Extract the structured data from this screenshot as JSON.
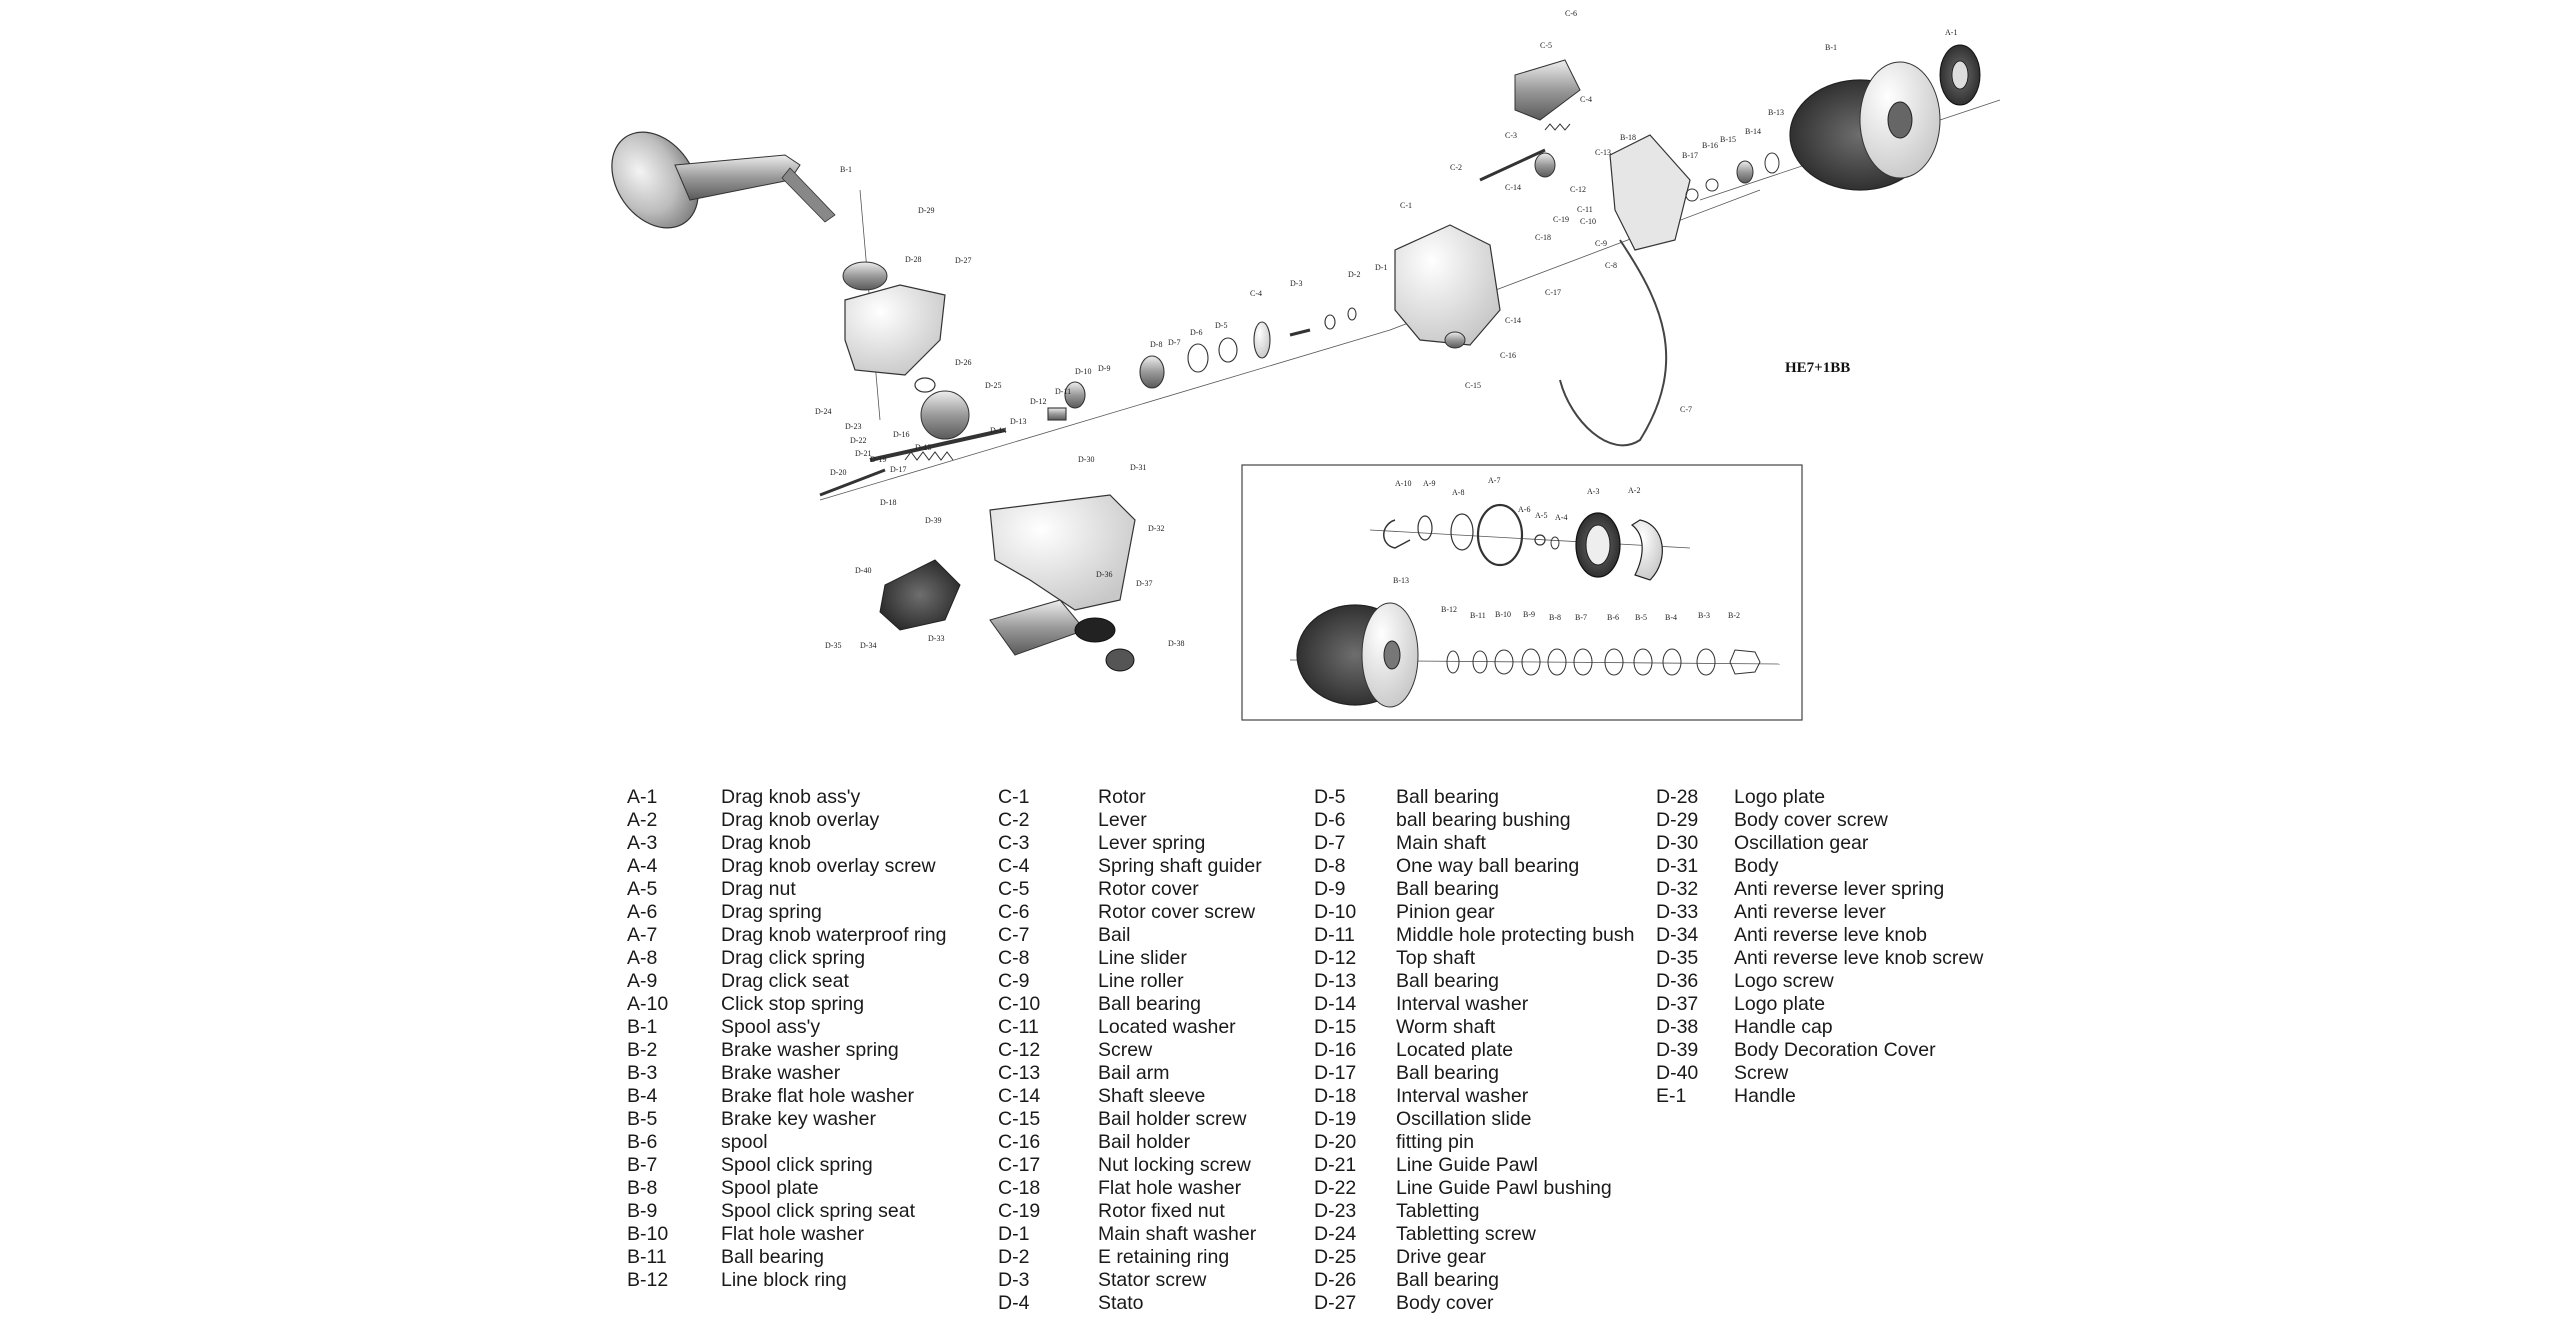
{
  "model_label": "HE7+1BB",
  "callouts": {
    "handle": "B-1",
    "b29": "D-29",
    "b28": "D-28",
    "b27": "D-27",
    "b26": "D-26",
    "b25": "D-25",
    "d24": "D-24",
    "d23": "D-23",
    "d22": "D-22",
    "d21": "D-21",
    "d20": "D-20",
    "d19": "D-19",
    "d18": "D-18",
    "d17": "D-17",
    "d16": "D-16",
    "d15": "D-15",
    "d14": "D-14",
    "d13": "D-13",
    "d12": "D-12",
    "d11": "D-11",
    "d10": "D-10",
    "d9": "D-9",
    "d8": "D-8",
    "d7": "D-7",
    "d6": "D-6",
    "d5": "D-5",
    "d4": "C-4",
    "d3": "D-3",
    "d2": "D-2",
    "d1": "D-1",
    "d31": "D-31",
    "d30": "D-30",
    "d32": "D-32",
    "d33": "D-33",
    "d34": "D-34",
    "d35": "D-35",
    "d36": "D-36",
    "d37": "D-37",
    "d38": "D-38",
    "d39": "D-39",
    "d40": "D-40",
    "c1": "C-1",
    "c2": "C-2",
    "c3": "C-3",
    "c4": "C-4",
    "c5": "C-5",
    "c6": "C-6",
    "c7": "C-7",
    "c8": "C-8",
    "c9": "C-9",
    "c10": "C-10",
    "c11": "C-11",
    "c12": "C-12",
    "c13": "C-13",
    "c14": "C-14",
    "c15": "C-15",
    "c16": "C-16",
    "c17": "C-17",
    "c18": "C-18",
    "c19": "C-19",
    "b1": "B-1",
    "b13": "B-13",
    "b14": "B-14",
    "b15": "B-15",
    "b16": "B-16",
    "b17": "B-17",
    "b18": "B-18",
    "a1": "A-1",
    "i_a10": "A-10",
    "i_a9": "A-9",
    "i_a8": "A-8",
    "i_a7": "A-7",
    "i_a6": "A-6",
    "i_a5": "A-5",
    "i_a4": "A-4",
    "i_a3": "A-3",
    "i_a2": "A-2",
    "i_b13": "B-13",
    "i_b12": "B-12",
    "i_b11": "B-11",
    "i_b10": "B-10",
    "i_b9": "B-9",
    "i_b8": "B-8",
    "i_b7": "B-7",
    "i_b6": "B-6",
    "i_b5": "B-5",
    "i_b4": "B-4",
    "i_b3": "B-3",
    "i_b2": "B-2"
  },
  "parts_columns": [
    [
      [
        "A-1",
        "Drag knob ass'y"
      ],
      [
        "A-2",
        "Drag knob overlay"
      ],
      [
        "A-3",
        "Drag knob"
      ],
      [
        "A-4",
        "Drag knob overlay screw"
      ],
      [
        "A-5",
        "Drag nut"
      ],
      [
        "A-6",
        "Drag spring"
      ],
      [
        "A-7",
        "Drag knob waterproof ring"
      ],
      [
        "A-8",
        "Drag click spring"
      ],
      [
        "A-9",
        "Drag click seat"
      ],
      [
        "A-10",
        "Click stop spring"
      ],
      [
        "B-1",
        "Spool ass'y"
      ],
      [
        "B-2",
        "Brake washer spring"
      ],
      [
        "B-3",
        "Brake washer"
      ],
      [
        "B-4",
        "Brake flat hole washer"
      ],
      [
        "B-5",
        "Brake key washer"
      ],
      [
        "B-6",
        "spool"
      ],
      [
        "B-7",
        "Spool click spring"
      ],
      [
        "B-8",
        "Spool plate"
      ],
      [
        "B-9",
        "Spool click spring seat"
      ],
      [
        "B-10",
        "Flat hole washer"
      ],
      [
        "B-11",
        "Ball bearing"
      ],
      [
        "B-12",
        "Line block ring"
      ]
    ],
    [
      [
        "C-1",
        "Rotor"
      ],
      [
        "C-2",
        "Lever"
      ],
      [
        "C-3",
        "Lever spring"
      ],
      [
        "C-4",
        "Spring shaft guider"
      ],
      [
        "C-5",
        "Rotor cover"
      ],
      [
        "C-6",
        "Rotor cover screw"
      ],
      [
        "C-7",
        "Bail"
      ],
      [
        "C-8",
        "Line slider"
      ],
      [
        "C-9",
        "Line roller"
      ],
      [
        "C-10",
        "Ball bearing"
      ],
      [
        "C-11",
        "Located washer"
      ],
      [
        "C-12",
        "Screw"
      ],
      [
        "C-13",
        "Bail arm"
      ],
      [
        "C-14",
        "Shaft sleeve"
      ],
      [
        "C-15",
        "Bail holder screw"
      ],
      [
        "C-16",
        "Bail holder"
      ],
      [
        "C-17",
        "Nut locking screw"
      ],
      [
        "C-18",
        "Flat hole washer"
      ],
      [
        "C-19",
        "Rotor fixed nut"
      ],
      [
        "D-1",
        "Main shaft washer"
      ],
      [
        "D-2",
        "E retaining ring"
      ],
      [
        "D-3",
        "Stator screw"
      ],
      [
        "D-4",
        "Stato"
      ]
    ],
    [
      [
        "D-5",
        "Ball bearing"
      ],
      [
        "D-6",
        "ball bearing bushing"
      ],
      [
        "D-7",
        "Main shaft"
      ],
      [
        "D-8",
        "One way ball bearing"
      ],
      [
        "D-9",
        "Ball bearing"
      ],
      [
        "D-10",
        "Pinion gear"
      ],
      [
        "D-11",
        "Middle hole protecting bush"
      ],
      [
        "D-12",
        "Top shaft"
      ],
      [
        "D-13",
        "Ball bearing"
      ],
      [
        "D-14",
        "Interval washer"
      ],
      [
        "D-15",
        "Worm shaft"
      ],
      [
        "D-16",
        "Located plate"
      ],
      [
        "D-17",
        "Ball bearing"
      ],
      [
        "D-18",
        "Interval washer"
      ],
      [
        "D-19",
        "Oscillation slide"
      ],
      [
        "D-20",
        " fitting pin"
      ],
      [
        "D-21",
        "Line Guide Pawl"
      ],
      [
        "D-22",
        "Line Guide Pawl bushing"
      ],
      [
        "D-23",
        "Tabletting"
      ],
      [
        "D-24",
        "Tabletting screw"
      ],
      [
        "D-25",
        "Drive gear"
      ],
      [
        "D-26",
        "Ball bearing"
      ],
      [
        "D-27",
        "Body cover"
      ]
    ],
    [
      [
        "D-28",
        "Logo plate"
      ],
      [
        "D-29",
        "Body cover screw"
      ],
      [
        "D-30",
        "Oscillation gear"
      ],
      [
        "D-31",
        "Body"
      ],
      [
        "D-32",
        "Anti reverse lever spring"
      ],
      [
        "D-33",
        "Anti reverse lever"
      ],
      [
        "D-34",
        "Anti reverse leve knob"
      ],
      [
        "D-35",
        "Anti reverse leve knob screw"
      ],
      [
        "D-36",
        "Logo screw"
      ],
      [
        "D-37",
        "Logo plate"
      ],
      [
        "D-38",
        "Handle cap"
      ],
      [
        "D-39",
        "Body Decoration Cover"
      ],
      [
        "D-40",
        "Screw"
      ],
      [
        "E-1",
        "Handle"
      ]
    ]
  ]
}
